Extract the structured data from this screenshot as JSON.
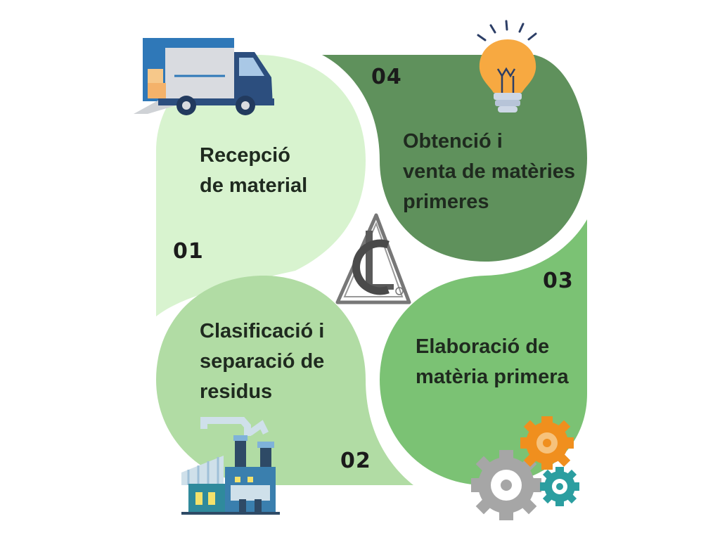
{
  "steps": [
    {
      "number": "01",
      "lines": [
        "Recepció",
        "de material"
      ],
      "color": "#d8f3cf",
      "icon": "delivery-truck-icon"
    },
    {
      "number": "02",
      "lines": [
        "Clasificació i",
        "separació de",
        "residus"
      ],
      "color": "#b1dca4",
      "icon": "factory-icon"
    },
    {
      "number": "03",
      "lines": [
        "Elaboració de",
        "matèria primera"
      ],
      "color": "#7bc274",
      "icon": "gears-icon"
    },
    {
      "number": "04",
      "lines": [
        "Obtenció i",
        "venta de matèries",
        "primeres"
      ],
      "color": "#5f915c",
      "icon": "lightbulb-icon"
    }
  ],
  "center": {
    "logo_icon": "lc-logo-icon"
  },
  "colors": {
    "text": "#1f2a1f",
    "number": "#1b1b1b"
  }
}
